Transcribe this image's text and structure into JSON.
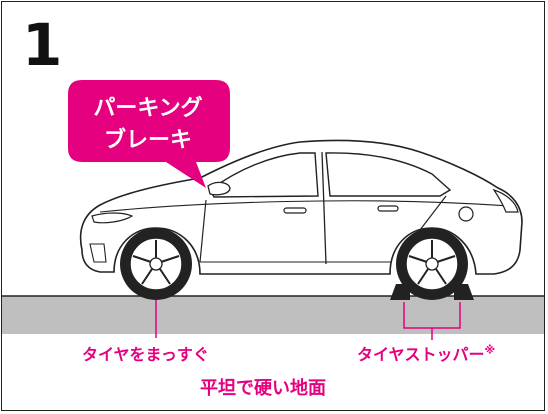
{
  "step_number": "1",
  "callout": {
    "line1": "パーキング",
    "line2": "ブレーキ"
  },
  "labels": {
    "front_tire": "タイヤをまっすぐ",
    "tire_stopper": "タイヤストッパー",
    "stopper_note_mark": "※",
    "ground": "平坦で硬い地面"
  },
  "colors": {
    "accent": "#e4007f",
    "ground": "#bfbfbf",
    "outline": "#222222"
  }
}
